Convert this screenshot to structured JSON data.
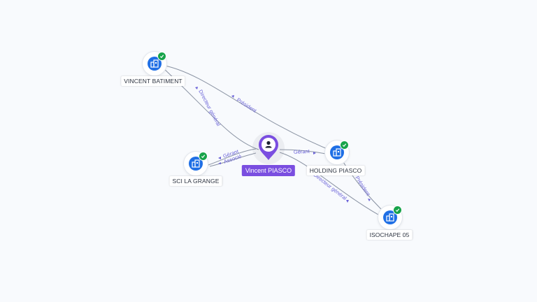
{
  "colors": {
    "person_accent": "#7a4ee0",
    "company_icon": "#1f6fe5",
    "verified_badge": "#17a34a",
    "edge_label": "#6b63d8",
    "edge_line": "#8a93a3"
  },
  "nodes": [
    {
      "id": "vincent_batiment",
      "type": "company",
      "label": "VINCENT BATIMENT",
      "icon": "building-icon",
      "verified": true
    },
    {
      "id": "sci_la_grange",
      "type": "company",
      "label": "SCI LA GRANGE",
      "icon": "building-icon",
      "verified": true
    },
    {
      "id": "vincent_piasco",
      "type": "person",
      "label": "Vincent PIASCO",
      "icon": "person-icon"
    },
    {
      "id": "holding_piasco",
      "type": "company",
      "label": "HOLDING PIASCO",
      "icon": "building-icon",
      "verified": true
    },
    {
      "id": "isochape_05",
      "type": "company",
      "label": "ISOCHAPE 05",
      "icon": "building-icon",
      "verified": true
    }
  ],
  "edges": [
    {
      "from": "vincent_piasco",
      "to": "vincent_batiment",
      "label": "Directeur général"
    },
    {
      "from": "holding_piasco",
      "to": "vincent_batiment",
      "label": "Président"
    },
    {
      "from": "vincent_piasco",
      "to": "sci_la_grange",
      "label": "Gérant"
    },
    {
      "from": "vincent_piasco",
      "to": "sci_la_grange",
      "label": "Associé"
    },
    {
      "from": "vincent_piasco",
      "to": "holding_piasco",
      "label": "Gérant"
    },
    {
      "from": "vincent_piasco",
      "to": "isochape_05",
      "label": "Directeur général"
    },
    {
      "from": "holding_piasco",
      "to": "isochape_05",
      "label": "Président"
    }
  ]
}
